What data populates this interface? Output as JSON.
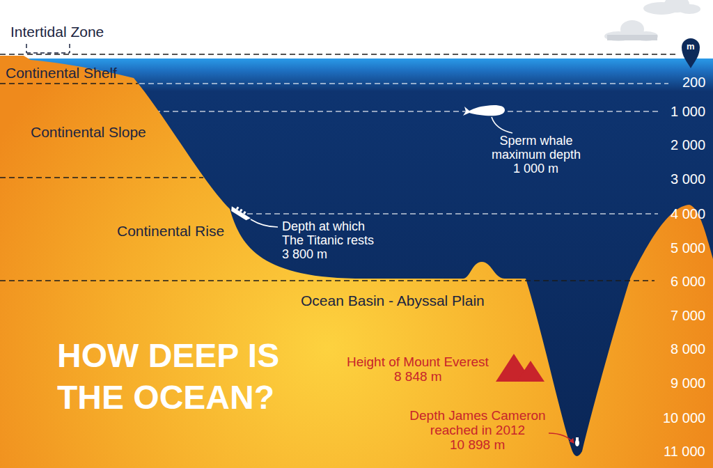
{
  "diagram": {
    "title": "HOW DEEP IS THE OCEAN?",
    "labels": [
      "Intertidal Zone",
      "Continental Shelf",
      "Continental Slope",
      "Continental Rise",
      "Ocean Basin - Abyssal Plain",
      "m",
      "200",
      "1 000",
      "2 000",
      "3 000",
      "4 000",
      "5 000",
      "6 000",
      "7 000",
      "8 000",
      "9 000",
      "10 000",
      "11 000",
      "Sperm whale maximum depth",
      "1 000 m",
      "Depth at which The Titanic rests",
      "3 800 m",
      "Height of Mount Everest",
      "8 848 m",
      "Depth James Cameron reached in 2012",
      "10 898 m"
    ]
  }
}
